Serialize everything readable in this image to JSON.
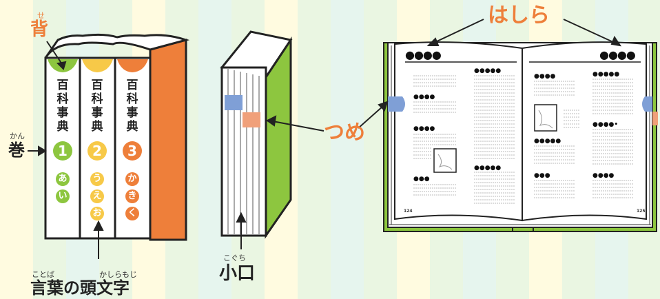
{
  "labels": {
    "se_ruby": "せ",
    "se": "背",
    "kan_ruby": "かん",
    "kan": "巻",
    "kotoba_ruby": "ことば",
    "kashiramoji_ruby": "かしらもじ",
    "kotoba_no_kashiramoji": "言葉の頭文字",
    "koguchi_ruby": "こぐち",
    "koguchi": "小口",
    "tsume": "つめ",
    "hashira": "はしら"
  },
  "books": [
    {
      "title": "百科事典",
      "number": "1",
      "kana": [
        "あ",
        "い"
      ],
      "color": "#8dc63f"
    },
    {
      "title": "百科事典",
      "number": "2",
      "kana": [
        "う",
        "え",
        "お"
      ],
      "color": "#f7c948"
    },
    {
      "title": "百科事典",
      "number": "3",
      "kana": [
        "か",
        "き",
        "く"
      ],
      "color": "#ee7f3a"
    }
  ],
  "open_book": {
    "heading_marks": [
      "●●●●",
      "●●●●"
    ],
    "entry_marks": [
      "●●●●●",
      "●●●●",
      "●●●●●",
      "●●●●",
      "●●●●●",
      "●●●●",
      "●●●●●",
      "●●●●•",
      "●●●",
      "●●●●●",
      "●●●",
      "●●●●"
    ],
    "page_left": "124",
    "page_right": "125"
  },
  "colors": {
    "accent_orange": "#ee7f3a",
    "green": "#8dc63f",
    "yellow": "#f7c948",
    "tab_blue": "#7f9fd6",
    "tab_salmon": "#f0a07a",
    "cover_green": "#8dc63f"
  }
}
